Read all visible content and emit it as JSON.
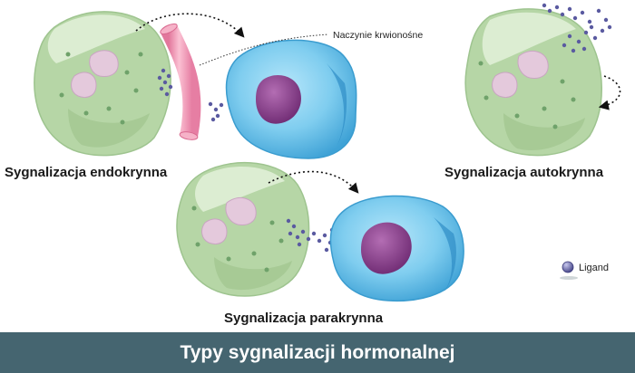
{
  "labels": {
    "endocrine": "Sygnalizacja endokrynna",
    "autocrine": "Sygnalizacja autokrynna",
    "paracrine": "Sygnalizacja parakrynna",
    "vessel": "Naczynie krwionośne",
    "ligand": "Ligand"
  },
  "footer": {
    "title": "Typy sygnalizacji hormonalnej"
  },
  "colors": {
    "footer_bg": "#456570",
    "green_cell": "#b6d6a6",
    "blue_cell": "#6cc4ea",
    "nucleus": "#8c3e8c",
    "vessel": "#f19ab6",
    "ligand": "#5a5aa0"
  }
}
